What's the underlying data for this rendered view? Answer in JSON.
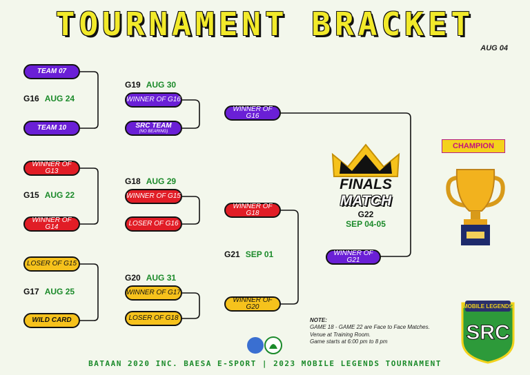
{
  "title": "TOURNAMENT BRACKET",
  "date_top": "AUG 04",
  "round1": [
    {
      "game": "G16",
      "date": "AUG 24",
      "top": "TEAM 07",
      "bottom": "TEAM 10"
    },
    {
      "game": "G15",
      "date": "AUG 22",
      "top": "WINNER OF G13",
      "bottom": "WINNER OF G14"
    },
    {
      "game": "G17",
      "date": "AUG 25",
      "top": "LOSER OF G15",
      "bottom": "WILD CARD"
    }
  ],
  "round2": [
    {
      "game": "G19",
      "date": "AUG 30",
      "top": "WINNER OF G16",
      "bottom": "SRC TEAM",
      "bottom_sub": "(NO BEARING)"
    },
    {
      "game": "G18",
      "date": "AUG 29",
      "top": "WINNER OF G15",
      "bottom": "LOSER OF G16"
    },
    {
      "game": "G20",
      "date": "AUG 31",
      "top": "WINNER OF G17",
      "bottom": "LOSER OF G18"
    }
  ],
  "round3": {
    "top": "WINNER OF G16",
    "game": "G21",
    "date": "SEP 01",
    "mid_top": "WINNER OF G18",
    "mid_bottom": "WINNER OF G20"
  },
  "finals": {
    "line1": "FINALS",
    "line2": "MATCH",
    "game": "G22",
    "date": "SEP 04-05",
    "bottom": "WINNER OF G21"
  },
  "champion": "CHAMPION",
  "note": {
    "heading": "NOTE:",
    "line1": "GAME 18 - GAME 22 are Face to Face Matches.",
    "line2": "Venue at Training Room.",
    "line3": "Game starts at 6:00 pm to 8 pm"
  },
  "logo": {
    "top": "MOBILE LEGENDS",
    "main": "SRC"
  },
  "footer": "BATAAN 2020 INC. BAESA E-SPORT | 2023 MOBILE LEGENDS TOURNAMENT",
  "colors": {
    "purple": "#6a1fd6",
    "red": "#e11d26",
    "yellow": "#f6c21c",
    "green": "#1b8a2a",
    "title": "#f2ea2a"
  }
}
